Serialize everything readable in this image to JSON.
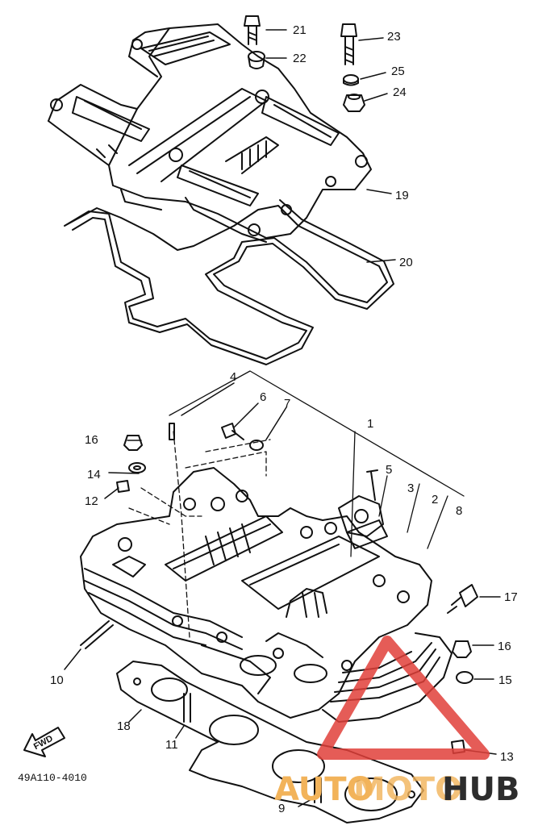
{
  "diagram": {
    "drawing_code": "49A110-4010",
    "fwd_label": "FWD",
    "callouts": [
      {
        "id": "1",
        "label": "1"
      },
      {
        "id": "2",
        "label": "2"
      },
      {
        "id": "3",
        "label": "3"
      },
      {
        "id": "4",
        "label": "4"
      },
      {
        "id": "5",
        "label": "5"
      },
      {
        "id": "6",
        "label": "6"
      },
      {
        "id": "7",
        "label": "7"
      },
      {
        "id": "8",
        "label": "8"
      },
      {
        "id": "9",
        "label": "9"
      },
      {
        "id": "10",
        "label": "10"
      },
      {
        "id": "11",
        "label": "11"
      },
      {
        "id": "12",
        "label": "12"
      },
      {
        "id": "13",
        "label": "13"
      },
      {
        "id": "14",
        "label": "14"
      },
      {
        "id": "15",
        "label": "15"
      },
      {
        "id": "16a",
        "label": "16"
      },
      {
        "id": "16b",
        "label": "16"
      },
      {
        "id": "17",
        "label": "17"
      },
      {
        "id": "18",
        "label": "18"
      },
      {
        "id": "19",
        "label": "19"
      },
      {
        "id": "20",
        "label": "20"
      },
      {
        "id": "21",
        "label": "21"
      },
      {
        "id": "22",
        "label": "22"
      },
      {
        "id": "23",
        "label": "23"
      },
      {
        "id": "24",
        "label": "24"
      },
      {
        "id": "25",
        "label": "25"
      }
    ]
  },
  "watermark": {
    "part1": "AUTO",
    "part2": "MOTO",
    "part3": "HUB",
    "color_orange": "#f2b35a",
    "color_red": "#e0403a",
    "color_dark": "#2d2d2d"
  }
}
